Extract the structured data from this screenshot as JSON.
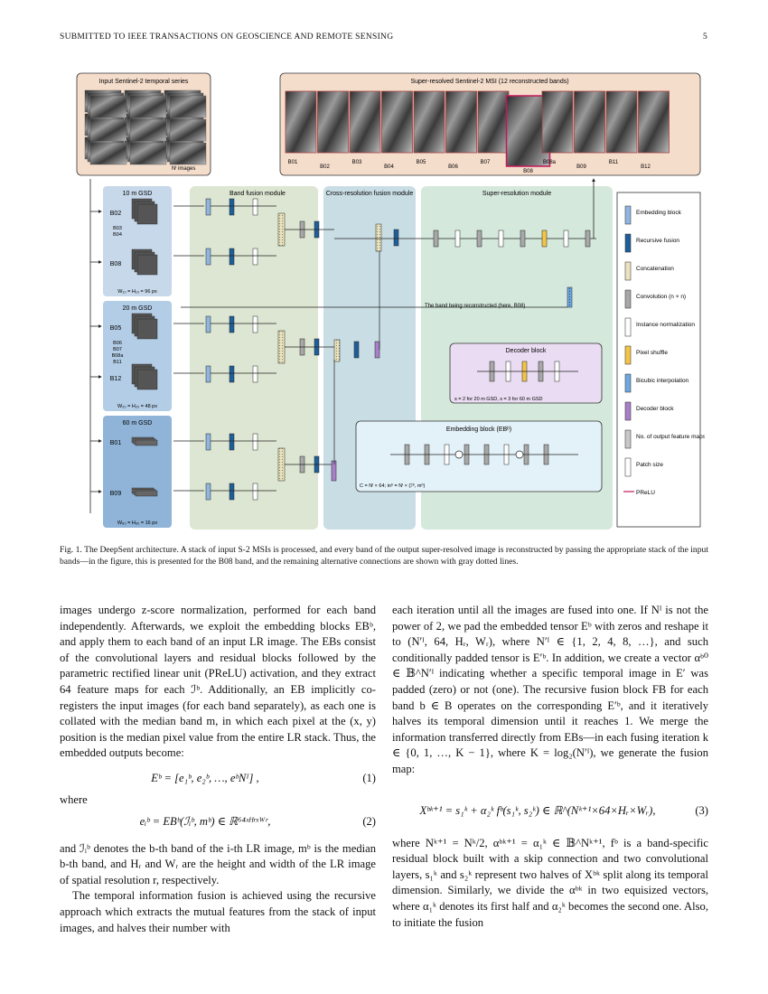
{
  "header": {
    "journal": "SUBMITTED TO IEEE TRANSACTIONS ON GEOSCIENCE AND REMOTE SENSING",
    "page": "5"
  },
  "figure": {
    "input_title": "Input Sentinel-2 temporal series",
    "input_note": "Nᴵ images",
    "output_title": "Super-resolved Sentinel-2 MSI (12 reconstructed bands)",
    "output_bands": [
      "B01",
      "B02",
      "B03",
      "B04",
      "B05",
      "B06",
      "B07",
      "B08",
      "B08a",
      "B09",
      "B11",
      "B12"
    ],
    "highlight_band": "B08",
    "gsd": [
      {
        "title": "10 m GSD",
        "bands": [
          "B02",
          "B08"
        ],
        "mid": "B03\nB04",
        "size": "W₁₀ = H₁₀ = 96 px"
      },
      {
        "title": "20 m GSD",
        "bands": [
          "B05",
          "B12"
        ],
        "mid": "B06\nB07\nB08a\nB11",
        "size": "W₂₀ = H₂₀ = 48 px"
      },
      {
        "title": "60 m GSD",
        "bands": [
          "B01",
          "B09"
        ],
        "mid": "",
        "size": "W₆₀ = H₆₀ = 16 px"
      }
    ],
    "modules": {
      "band_fusion": "Band fusion module",
      "cross_resolution": "Cross-resolution fusion module",
      "super_resolution": "Super-resolution module"
    },
    "reconstruct_note": "The band being reconstructed (here, B08)",
    "decoder_title": "Decoder block",
    "decoder_note": "s = 2 for 20 m GSD, s = 3 for 60 m GSD",
    "embedding_title": "Embedding block (EBᵇ)",
    "embedding_note": "C = Nᴵ × 64; inᵇ = Nᴵ × (ℐᵇ, mᵇ)",
    "legend": [
      {
        "label": "Embedding block",
        "color": "#8fb6e0"
      },
      {
        "label": "Recursive fusion",
        "color": "#1f5f99"
      },
      {
        "label": "Concatenation",
        "color": "#e9e3c0"
      },
      {
        "label": "Convolution (n × n)",
        "color": "#a8a8a8"
      },
      {
        "label": "Instance normalization",
        "color": "#ffffff"
      },
      {
        "label": "Pixel shuffle",
        "color": "#f3c547"
      },
      {
        "label": "Bicubic interpolation",
        "color": "#6fa8e0"
      },
      {
        "label": "Decoder block",
        "color": "#a880c8"
      },
      {
        "label": "No. of output feature maps",
        "color": "#c8c8c8"
      },
      {
        "label": "Patch size",
        "color": "#ffffff"
      },
      {
        "label": "PReLU",
        "color": "#c2185b"
      }
    ]
  },
  "caption": "Fig. 1.  The DeepSent architecture. A stack of input S-2 MSIs is processed, and every band of the output super-resolved image is reconstructed by passing the appropriate stack of the input bands—in the figure, this is presented for the B08 band, and the remaining alternative connections are shown with gray dotted lines.",
  "left": {
    "p1": "images undergo z-score normalization, performed for each band independently. Afterwards, we exploit the embedding blocks EBᵇ, and apply them to each band of an input LR image. The EBs consist of the convolutional layers and residual blocks followed by the parametric rectified linear unit (PReLU) activation, and they extract 64 feature maps for each ℐᵇ. Additionally, an EB implicitly co-registers the input images (for each band separately), as each one is collated with the median band m, in which each pixel at the (x, y) position is the median pixel value from the entire LR stack. Thus, the embedded outputs become:",
    "eq1": "Eᵇ = [e₁ᵇ, e₂ᵇ, …, eᵇNᴵ] ,",
    "eq1_num": "(1)",
    "where1": "where",
    "eq2": "eᵢᵇ = EBᵇ(ℐᵢᵇ, mᵇ) ∈ ℝ⁶⁴ˣᴴʳˣᵂʳ,",
    "eq2_num": "(2)",
    "p2": "and ℐᵢᵇ denotes the b-th band of the i-th LR image, mᵇ is the median b-th band, and Hᵣ and Wᵣ are the height and width of the LR image of spatial resolution r, respectively.",
    "p3": "The temporal information fusion is achieved using the recursive approach which extracts the mutual features from the stack of input images, and halves their number with"
  },
  "right": {
    "p1": "each iteration until all the images are fused into one. If Nᴵ is not the power of 2, we pad the embedded tensor Eᵇ with zeros and reshape it to (N′ᴵ, 64, Hᵣ, Wᵣ), where N′ᴵ ∈ {1, 2, 4, 8, …}, and such conditionally padded tensor is E′ᵇ. In addition, we create a vector αᵇ⁰ ∈ 𝔹^N′ᴵ indicating whether a specific temporal image in E′ was padded (zero) or not (one). The recursive fusion block FB for each band b ∈ B operates on the corresponding E′ᵇ, and it iteratively halves its temporal dimension until it reaches 1. We merge the information transferred directly from EBs—in each fusing iteration k ∈ {0, 1, …, K − 1}, where K = log₂(N′ᴵ), we generate the fusion map:",
    "eq3": "Xᵇᵏ⁺¹ = s₁ᵏ + α₂ᵏ fᵇ(s₁ᵏ, s₂ᵏ) ∈ ℝ^(Nᵏ⁺¹×64×Hᵣ×Wᵣ),",
    "eq3_num": "(3)",
    "p2": "where Nᵏ⁺¹ = Nᵏ/2, αᵇᵏ⁺¹ = α₁ᵏ ∈ 𝔹^Nᵏ⁺¹, fᵇ is a band-specific residual block built with a skip connection and two convolutional layers, s₁ᵏ and s₂ᵏ represent two halves of Xᵇᵏ split along its temporal dimension. Similarly, we divide the αᵇᵏ in two equisized vectors, where α₁ᵏ denotes its first half and α₂ᵏ becomes the second one. Also, to initiate the fusion"
  }
}
